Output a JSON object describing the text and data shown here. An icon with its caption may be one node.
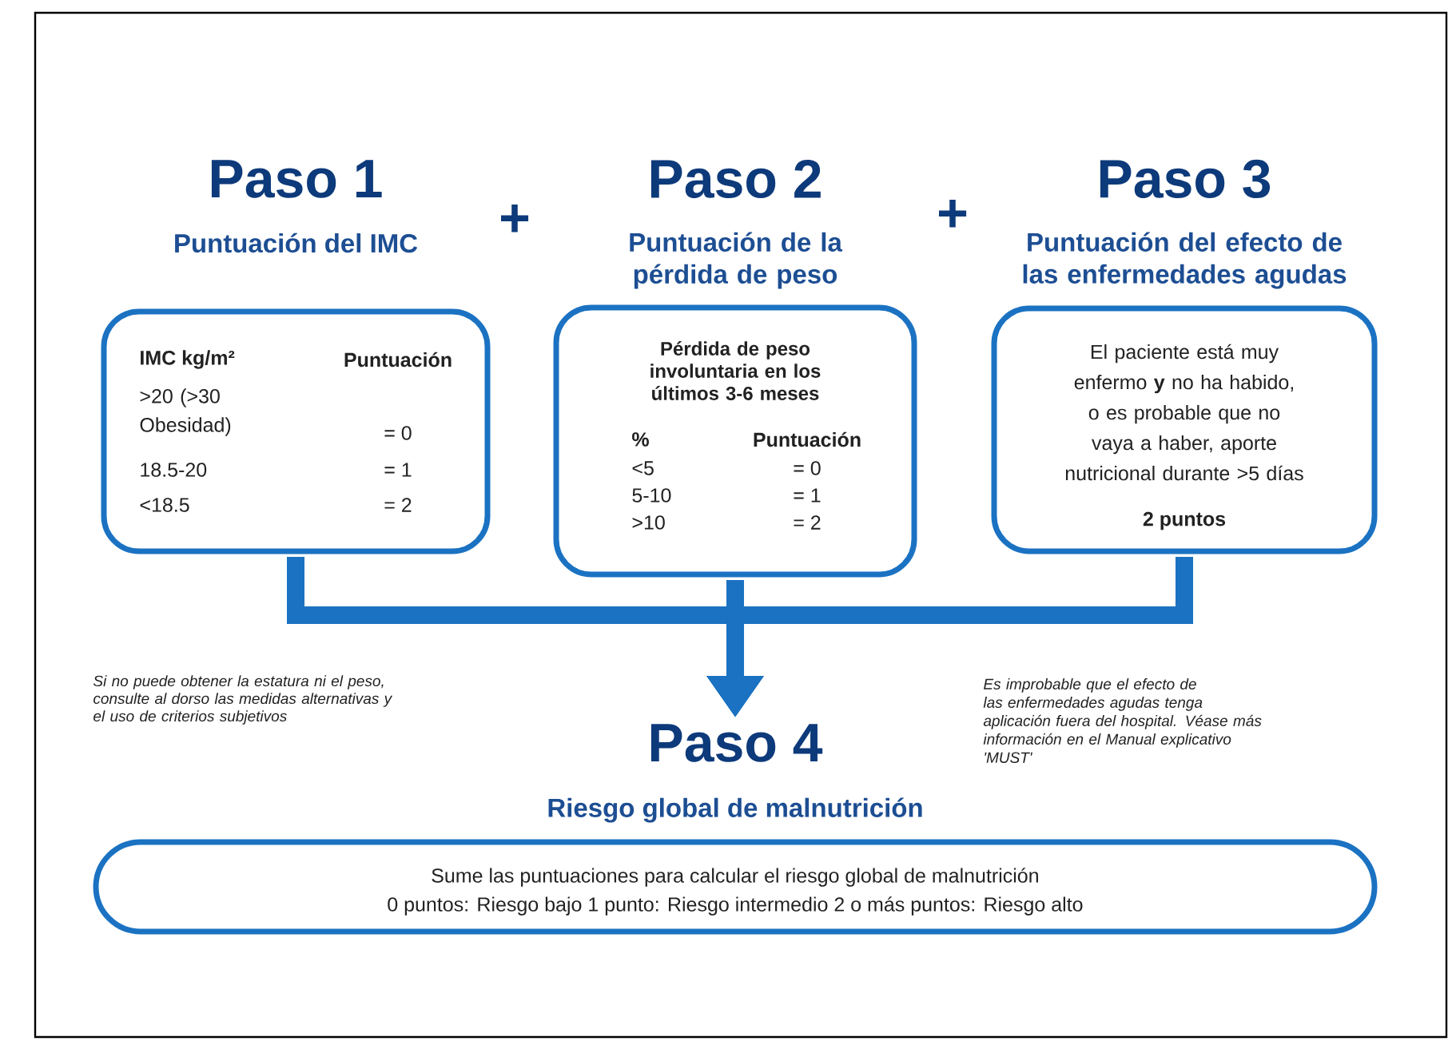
{
  "diagram": {
    "nodes": [
      {
        "text": [
          "Paso 1",
          "Puntuación del IMC",
          "IMC kg/m²",
          "Puntuación",
          ">20 (>30 Obesidad)",
          "= 0",
          "18.5-20",
          "= 1",
          "<18.5",
          "= 2"
        ]
      },
      {
        "text": [
          "Paso 2",
          "Puntuación de la pérdida de peso",
          "Pérdida de peso involuntaria en los últimos 3-6 meses",
          "%",
          "Puntuación",
          "<5",
          "= 0",
          "5-10",
          "= 1",
          ">10",
          "= 2"
        ]
      },
      {
        "text": [
          "Paso 3",
          "Puntuación del efecto de las enfermedades agudas",
          "El paciente está muy enfermo **y** no ha habido, o es probable que no vaya a haber, aporte nutricional durante >5 días",
          "2 puntos"
        ]
      },
      {
        "text": [
          "Paso 4",
          "Riesgo global de malnutrición"
        ]
      },
      {
        "text": [
          "Sume las puntuaciones para calcular el riesgo global de malnutrición",
          "0 puntos: Riesgo bajo 1 punto: Riesgo intermedio 2 o más puntos: Riesgo alto"
        ]
      }
    ],
    "edges": [
      {
        "from": 0,
        "to": 3,
        "arrow": "to"
      },
      {
        "from": 1,
        "to": 3,
        "arrow": "to"
      },
      {
        "from": 2,
        "to": 3,
        "arrow": "to"
      }
    ],
    "labels": [
      "+",
      "+",
      "Si no puede obtener la estatura ni el peso, consulte al dorso las medidas alternativas y el uso de criterios subjetivos",
      "Es improbable que el efecto de las enfermedades agudas tenga aplicación fuera del hospital. Véase más información en el Manual explicativo 'MUST'"
    ]
  }
}
